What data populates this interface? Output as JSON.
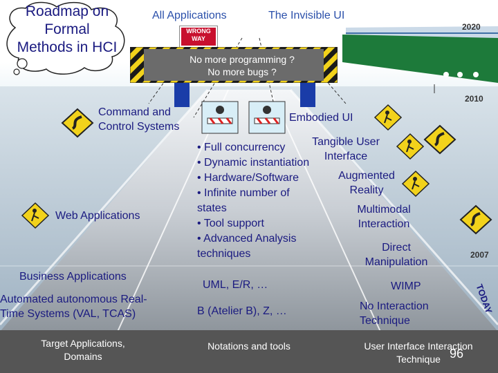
{
  "cloud": {
    "title": "Roadmap on Formal Methods in HCI"
  },
  "header": {
    "all_apps": "All Applications",
    "invisible_ui": "The Invisible UI",
    "year_2020": "2020",
    "wrong_way_1": "WRONG",
    "wrong_way_2": "WAY"
  },
  "banner": {
    "line1": "No more programming ?",
    "line2": "No more bugs ?"
  },
  "years": {
    "y2010": "2010",
    "y2007": "2007"
  },
  "left": {
    "command_1": "Command and",
    "command_2": "Control Systems",
    "web_apps": "Web Applications",
    "business_apps": "Business Applications",
    "automated_1": "Automated autonomous Real-",
    "automated_2": "Time Systems (VAL, TCAS)"
  },
  "center": {
    "bullets": [
      "• Full concurrency",
      "• Dynamic instantiation",
      "• Hardware/Software",
      "• Infinite number of",
      "states",
      "• Tool support",
      "• Advanced Analysis",
      "techniques"
    ],
    "uml": "UML, E/R, …",
    "batelier": "B (Atelier B), Z, …"
  },
  "right": {
    "embodied": "Embodied UI",
    "tangible_1": "Tangible User",
    "tangible_2": "Interface",
    "augmented_1": "Augmented",
    "augmented_2": "Reality",
    "multimodal_1": "Multimodal",
    "multimodal_2": "Interaction",
    "direct_1": "Direct",
    "direct_2": "Manipulation",
    "wimp": "WIMP",
    "nointeraction_1": "No Interaction",
    "nointeraction_2": "Technique",
    "today": "TODAY"
  },
  "bottom": {
    "targets_1": "Target Applications,",
    "targets_2": "Domains",
    "notations": "Notations and tools",
    "ui_1": "User Interface Interaction",
    "ui_2": "Technique",
    "page_number": "96"
  }
}
